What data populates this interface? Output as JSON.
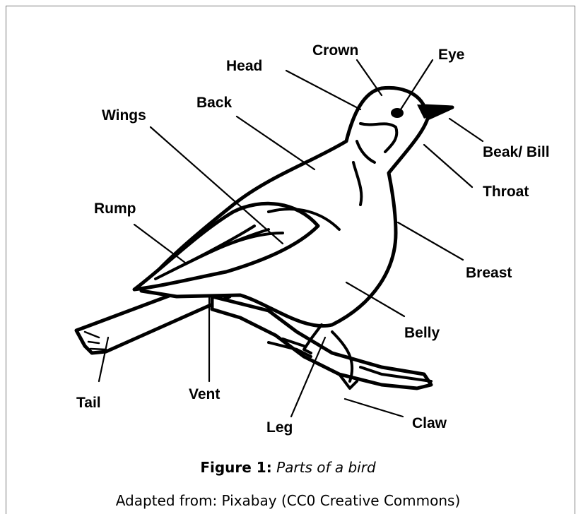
{
  "labels": {
    "crown": "Crown",
    "head": "Head",
    "eye": "Eye",
    "back": "Back",
    "wings": "Wings",
    "beak": "Beak/ Bill",
    "throat": "Throat",
    "rump": "Rump",
    "breast": "Breast",
    "belly": "Belly",
    "tail": "Tail",
    "vent": "Vent",
    "leg": "Leg",
    "claw": "Claw"
  },
  "caption": {
    "figure_label": "Figure 1:",
    "title": "Parts of a bird"
  },
  "source": "Adapted from: Pixabay (CC0 Creative Commons)"
}
